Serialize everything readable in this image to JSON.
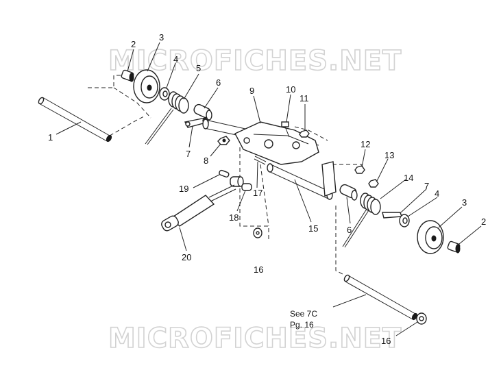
{
  "watermark_top": "MICROFICHES.NET",
  "watermark_bottom": "MICROFICHES.NET",
  "note": {
    "line1": "See 7C",
    "line2": "Pg. 16"
  },
  "callouts": [
    {
      "id": "c1",
      "label": "1"
    },
    {
      "id": "c2a",
      "label": "2"
    },
    {
      "id": "c3a",
      "label": "3"
    },
    {
      "id": "c4a",
      "label": "4"
    },
    {
      "id": "c5",
      "label": "5"
    },
    {
      "id": "c6a",
      "label": "6"
    },
    {
      "id": "c7a",
      "label": "7"
    },
    {
      "id": "c8",
      "label": "8"
    },
    {
      "id": "c9",
      "label": "9"
    },
    {
      "id": "c10",
      "label": "10"
    },
    {
      "id": "c11",
      "label": "11"
    },
    {
      "id": "c12",
      "label": "12"
    },
    {
      "id": "c13",
      "label": "13"
    },
    {
      "id": "c14",
      "label": "14"
    },
    {
      "id": "c7b",
      "label": "7"
    },
    {
      "id": "c4b",
      "label": "4"
    },
    {
      "id": "c3b",
      "label": "3"
    },
    {
      "id": "c2b",
      "label": "2"
    },
    {
      "id": "c19",
      "label": "19"
    },
    {
      "id": "c18",
      "label": "18"
    },
    {
      "id": "c17",
      "label": "17"
    },
    {
      "id": "c15",
      "label": "15"
    },
    {
      "id": "c6b",
      "label": "6"
    },
    {
      "id": "c20",
      "label": "20"
    },
    {
      "id": "c16a",
      "label": "16"
    },
    {
      "id": "c16b",
      "label": "16"
    }
  ]
}
